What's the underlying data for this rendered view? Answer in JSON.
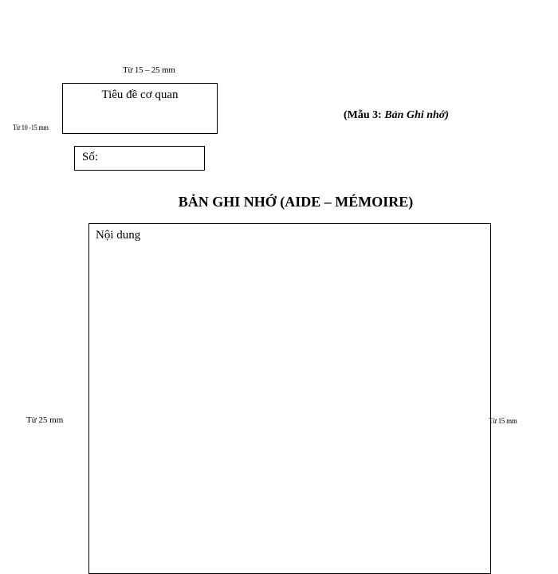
{
  "header": {
    "margin_top_label": "Từ 15 – 25 mm",
    "agency_title": "Tiêu đề cơ quan",
    "margin_left_small_label": "Từ 10 -15 mm",
    "form_label_prefix": "(Mẫu 3: ",
    "form_label_italic": "Bản Ghi nhớ)",
    "number_label": "Số:"
  },
  "document": {
    "title": "BẢN GHI NHỚ  (AIDE – MÉMOIRE)",
    "content_label": "Nội dung"
  },
  "margins": {
    "left_label": "Từ 25 mm",
    "right_label": "Từ 15 mm"
  }
}
